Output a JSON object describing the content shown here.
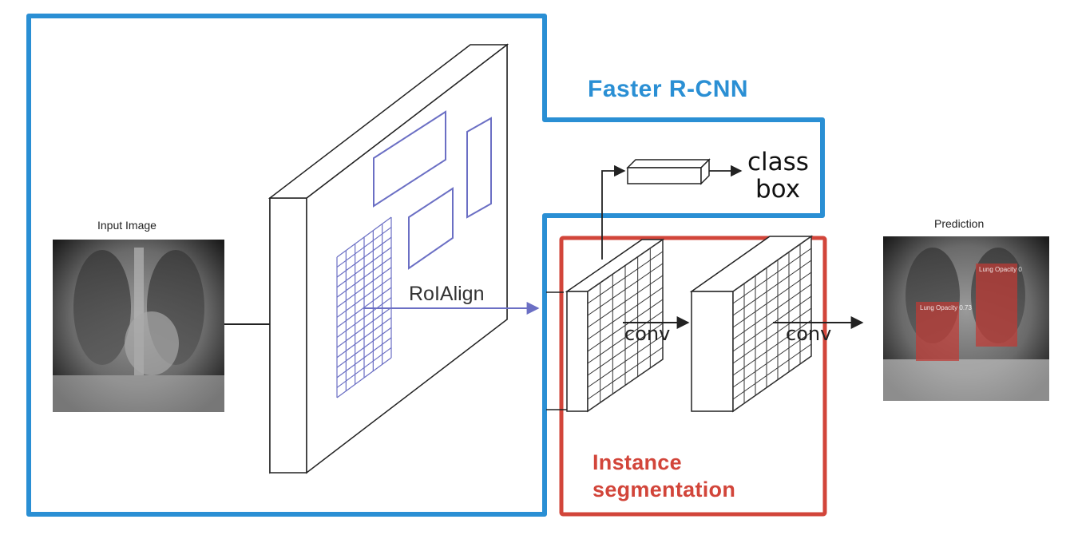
{
  "labels": {
    "input_image": "Input Image",
    "prediction": "Prediction",
    "faster_rcnn": "Faster R-CNN",
    "class_label": "class",
    "box_label": "box",
    "roialign": "RoIAlign",
    "conv_1": "conv",
    "conv_2": "conv",
    "instance_line1": "Instance",
    "instance_line2": "segmentation",
    "mask_label_right": "Lung Opacity 0",
    "mask_label_left": "Lung Opacity 0.73"
  },
  "colors": {
    "faster_rcnn_outline": "#2a8fd4",
    "instance_outline": "#d2453a",
    "roi_boxes": "#6b6fc4",
    "mask_fill": "#c03a34"
  }
}
